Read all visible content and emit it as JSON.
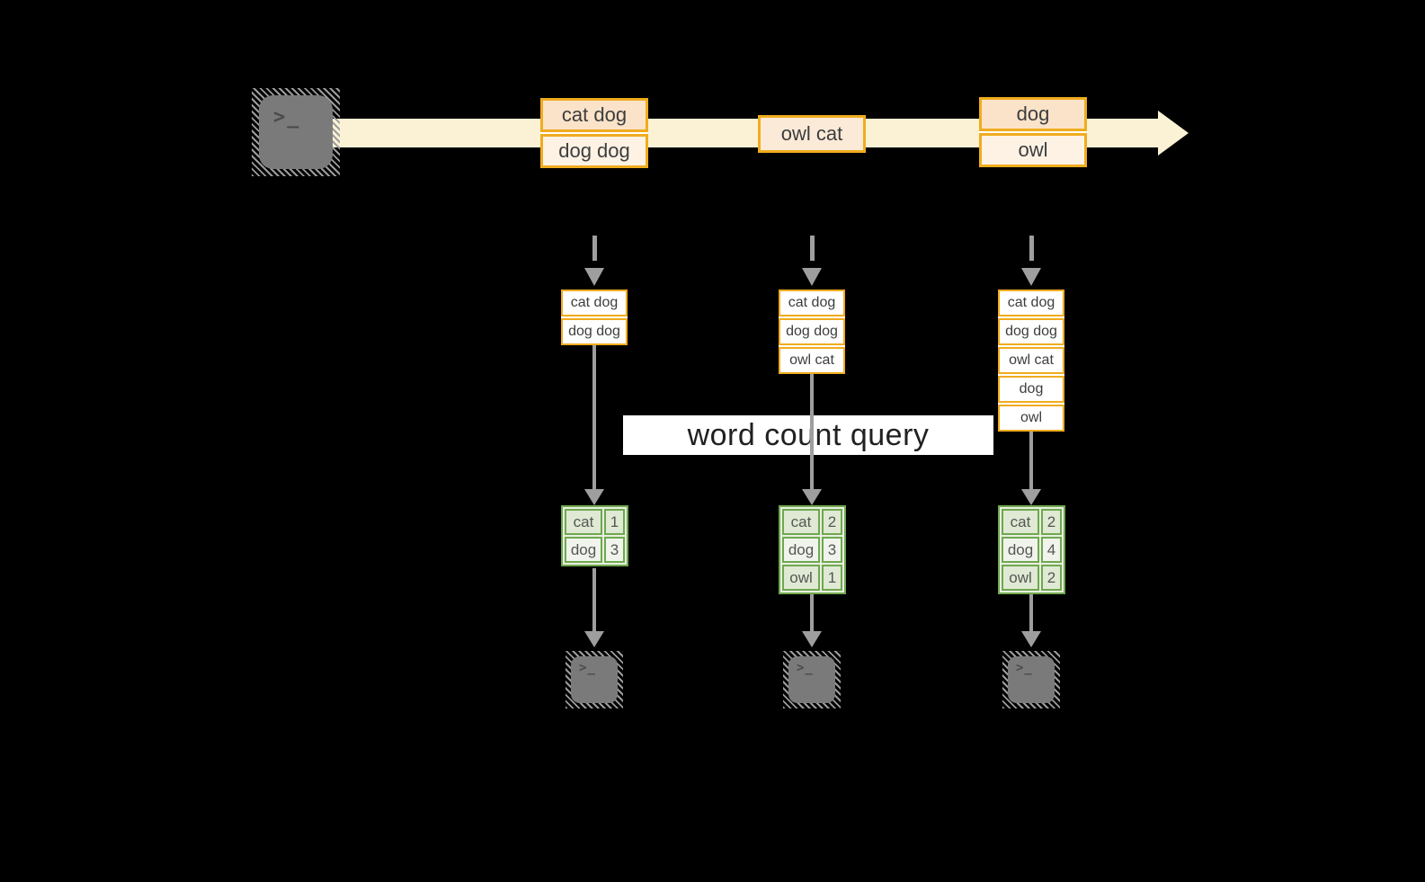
{
  "query_label": "word count query",
  "terminal_glyph": ">_",
  "stream": {
    "events": [
      {
        "lines": [
          "cat dog",
          "dog dog"
        ]
      },
      {
        "lines": [
          "owl cat"
        ]
      },
      {
        "lines": [
          "dog",
          "owl"
        ]
      }
    ]
  },
  "columns": [
    {
      "buffer": [
        "cat dog",
        "dog dog"
      ],
      "counts": {
        "rows": [
          {
            "word": "cat",
            "count": "1"
          },
          {
            "word": "dog",
            "count": "3"
          }
        ]
      }
    },
    {
      "buffer": [
        "cat dog",
        "dog dog",
        "owl cat"
      ],
      "counts": {
        "rows": [
          {
            "word": "cat",
            "count": "2"
          },
          {
            "word": "dog",
            "count": "3"
          },
          {
            "word": "owl",
            "count": "1"
          }
        ]
      }
    },
    {
      "buffer": [
        "cat dog",
        "dog dog",
        "owl cat",
        "dog",
        "owl"
      ],
      "counts": {
        "rows": [
          {
            "word": "cat",
            "count": "2"
          },
          {
            "word": "dog",
            "count": "4"
          },
          {
            "word": "owl",
            "count": "2"
          }
        ]
      }
    }
  ],
  "colors": {
    "background": "#000000",
    "stream_band": "#FBF2D5",
    "gold_border": "#F0AC1E",
    "peach_fill": "#FAE3C9",
    "cream_fill": "#FDF2E4",
    "green_border": "#6FA84F",
    "green_fill_dark": "#DFE9D3",
    "green_fill_light": "#F0F4EC",
    "arrow_gray": "#9E9E9E",
    "terminal_gray": "#7A7A7A"
  }
}
